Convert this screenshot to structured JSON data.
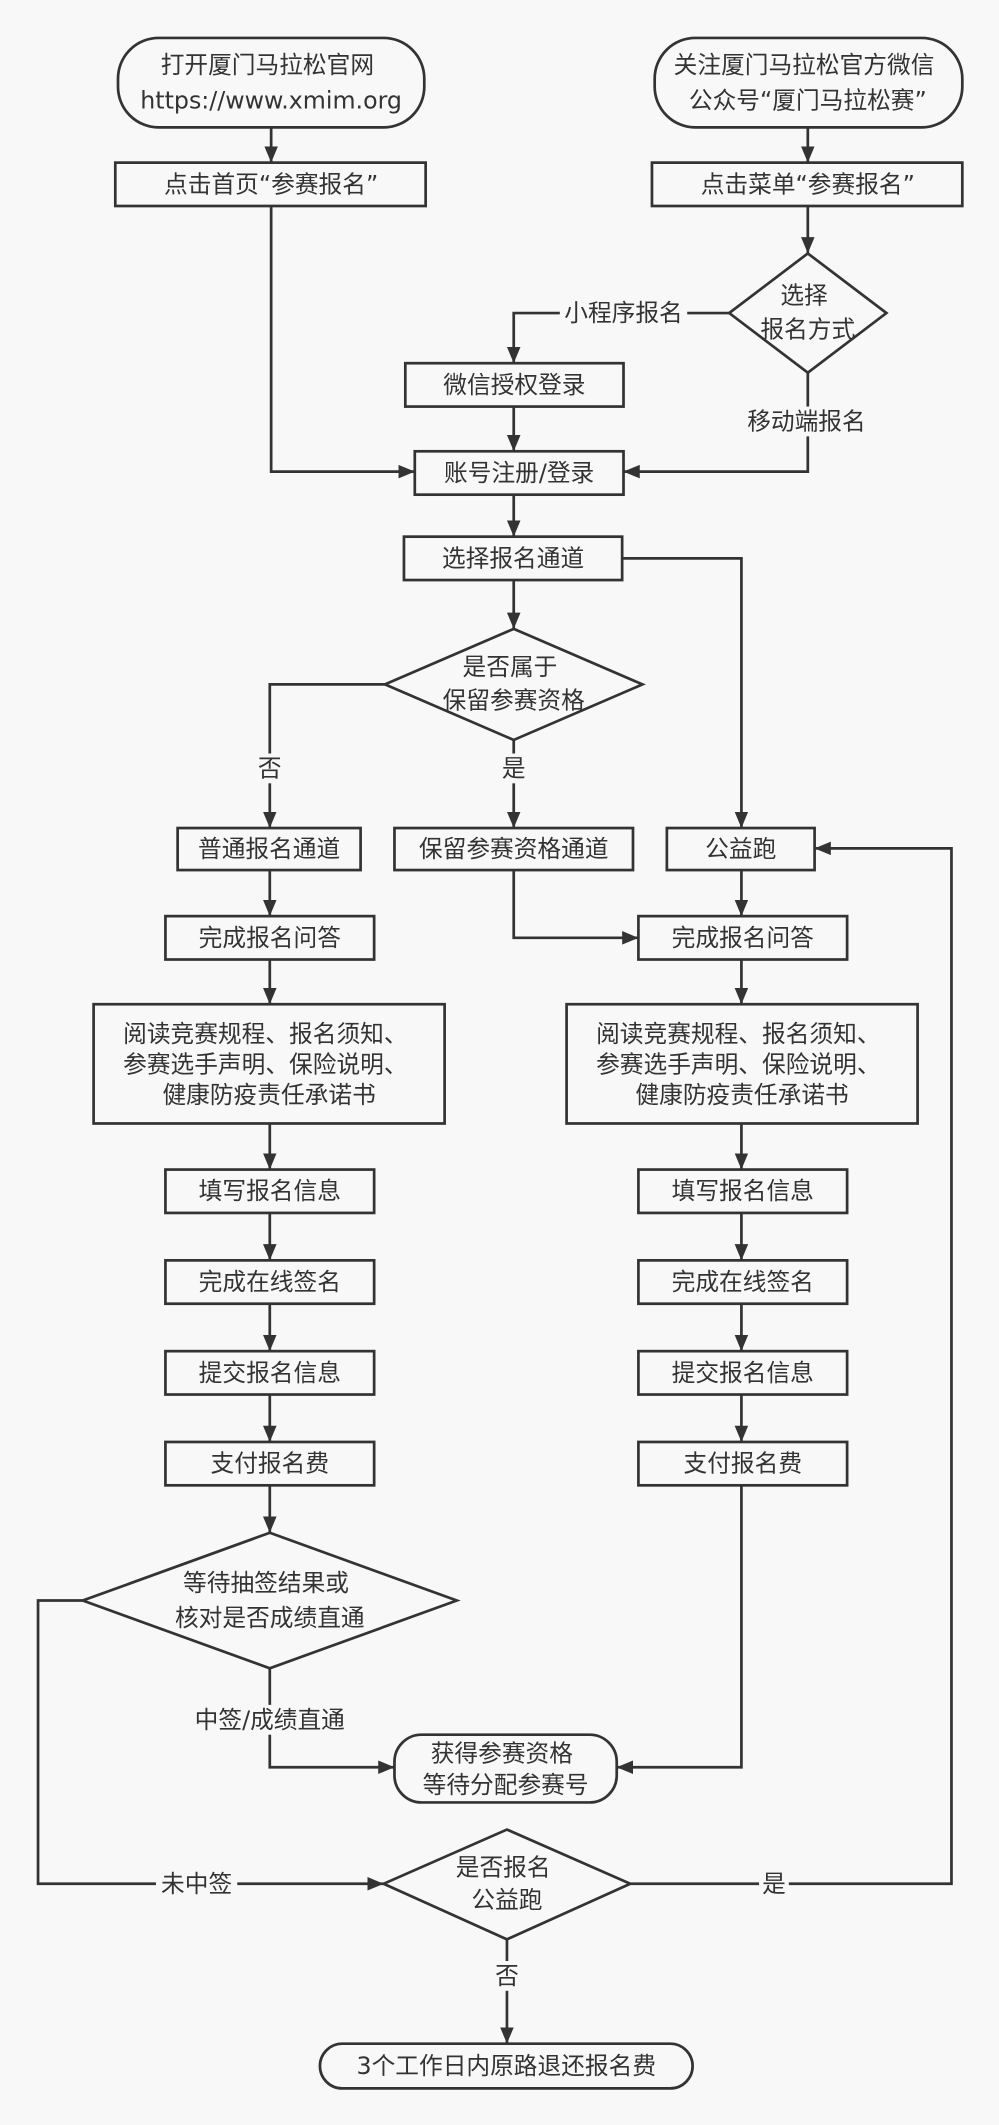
{
  "colors": {
    "background": "#f8f8f8",
    "line": "#333333",
    "text": "#333333"
  },
  "start": {
    "website": [
      "打开厦门马拉松官网",
      "https://www.xmim.org"
    ],
    "wechat": [
      "关注厦门马拉松官方微信",
      "公众号“厦门马拉松赛”"
    ]
  },
  "steps": {
    "click_home": "点击首页“参赛报名”",
    "click_menu": "点击菜单“参赛报名”",
    "wechat_login": "微信授权登录",
    "account_login": "账号注册/登录",
    "choose_channel": "选择报名通道",
    "normal_channel": "普通报名通道",
    "reserved_channel": "保留参赛资格通道",
    "charity_run": "公益跑"
  },
  "decisions": {
    "choose_method": [
      "选择",
      "报名方式"
    ],
    "reserved_check": [
      "是否属于",
      "保留参赛资格"
    ],
    "lottery_check": [
      "等待抽签结果或",
      "核对是否成绩直通"
    ],
    "charity_check": [
      "是否报名",
      "公益跑"
    ]
  },
  "left_column": {
    "qa": "完成报名问答",
    "read": [
      "阅读竞赛规程、报名须知、",
      "参赛选手声明、保险说明、",
      "健康防疫责任承诺书"
    ],
    "fill": "填写报名信息",
    "sign": "完成在线签名",
    "submit": "提交报名信息",
    "pay": "支付报名费"
  },
  "right_column": {
    "qa": "完成报名问答",
    "read": [
      "阅读竞赛规程、报名须知、",
      "参赛选手声明、保险说明、",
      "健康防疫责任承诺书"
    ],
    "fill": "填写报名信息",
    "sign": "完成在线签名",
    "submit": "提交报名信息",
    "pay": "支付报名费"
  },
  "outcomes": {
    "qualified": [
      "获得参赛资格",
      "等待分配参赛号"
    ],
    "refund": "3个工作日内原路退还报名费"
  },
  "edge_labels": {
    "mini_program": "小程序报名",
    "mobile": "移动端报名",
    "reserved_no": "否",
    "reserved_yes": "是",
    "lottery_win": "中签/成绩直通",
    "lottery_lose": "未中签",
    "charity_yes": "是",
    "charity_no": "否"
  }
}
